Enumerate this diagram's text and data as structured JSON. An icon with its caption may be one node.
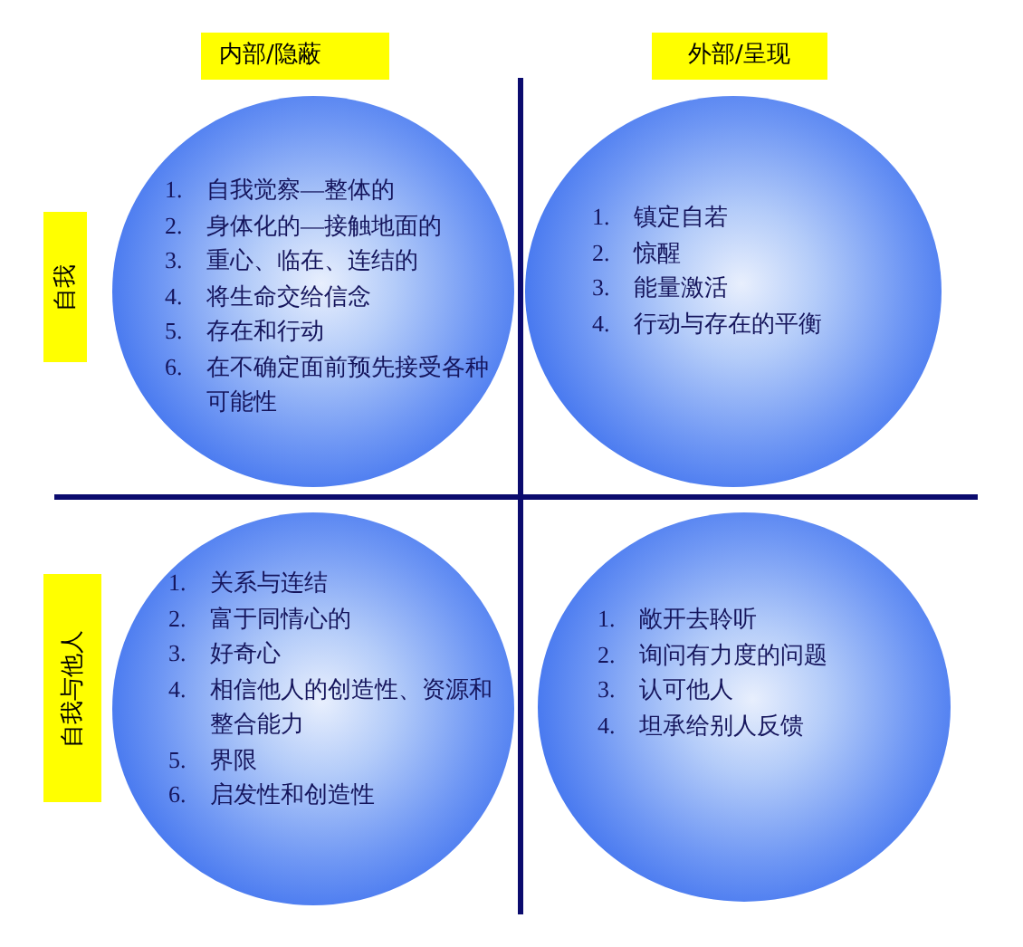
{
  "diagram": {
    "nodes": [
      {
        "text": [
          "内部/隐蔽"
        ]
      },
      {
        "text": [
          "外部/呈现"
        ]
      },
      {
        "text": [
          "自我"
        ]
      },
      {
        "text": [
          "1. 自我觉察—整体的",
          "2. 身体化的—接触地面的",
          "3. 重心、临在、连结的",
          "4. 将生命交给信念",
          "5. 存在和行动",
          "6. 在不确定面前预先接受各种可能性"
        ]
      },
      {
        "text": [
          "1. 镇定自若",
          "2. 惊醒",
          "3. 能量激活",
          "4. 行动与存在的平衡"
        ]
      },
      {
        "text": [
          "自我与他人"
        ]
      },
      {
        "text": [
          "1. 关系与连结",
          "2. 富于同情心的",
          "3. 好奇心",
          "4. 相信他人的创造性、资源和整合能力",
          "5. 界限",
          "6. 启发性和创造性"
        ]
      },
      {
        "text": [
          "1. 敞开去聆听",
          "2. 询问有力度的问题",
          "3. 认可他人",
          "4. 坦承给别人反馈"
        ]
      }
    ]
  }
}
